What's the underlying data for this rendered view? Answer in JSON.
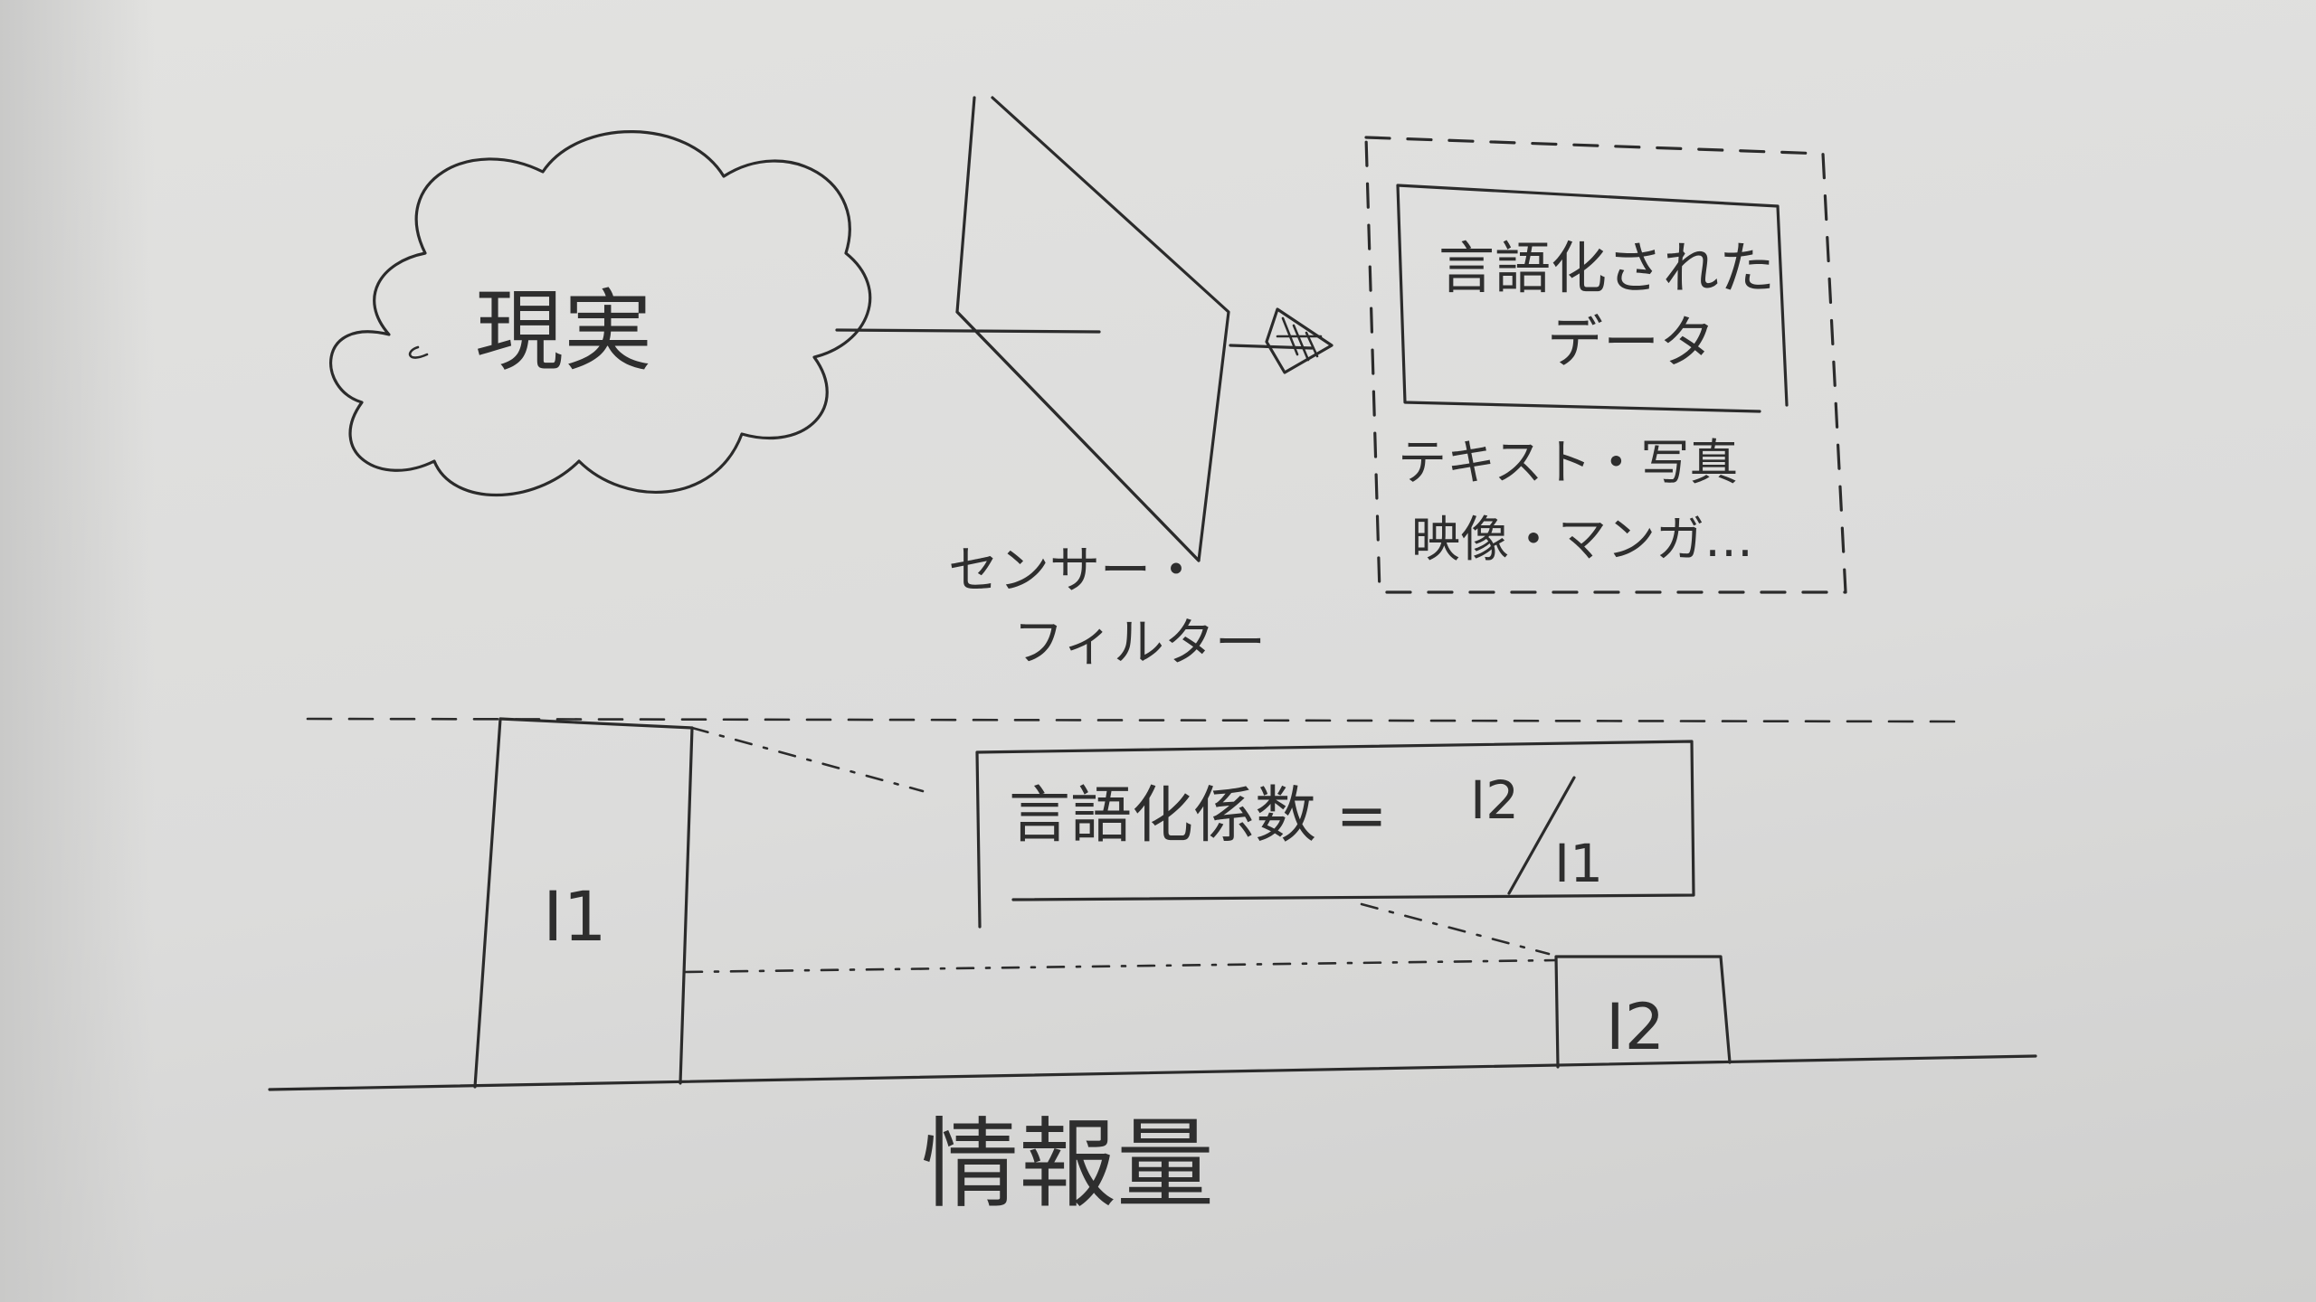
{
  "diagram": {
    "reality_label": "現実",
    "sensor_filter_label_line1": "センサー・",
    "sensor_filter_label_line2": "フィルター",
    "verbalized_data_line1": "言語化された",
    "verbalized_data_line2": "データ",
    "examples_line1": "テキスト・写真",
    "examples_line2": "映像・マンガ…",
    "formula_left": "言語化係数 = ",
    "formula_numerator": "I2",
    "formula_denominator": "I1",
    "bar1_label": "I1",
    "bar2_label": "I2",
    "axis_label": "情報量"
  }
}
